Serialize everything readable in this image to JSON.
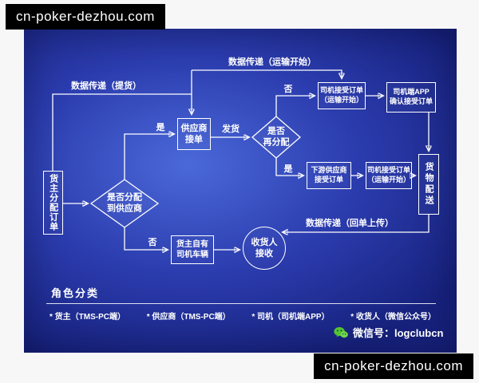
{
  "watermark": {
    "text": "cn-poker-dezhou.com"
  },
  "colors": {
    "board_blue_light": "#4b69d9",
    "board_blue_dark": "#17227e",
    "line_white": "#ffffff",
    "watermark_bg": "#000000",
    "wechat_green": "#53c332"
  },
  "flow": {
    "nodes": {
      "shipper": "货主分配订单",
      "assign_q": [
        "是否分配",
        "到供应商"
      ],
      "supplier_accept": [
        "供应商",
        "接单"
      ],
      "redistribute_q": [
        "是否",
        "再分配"
      ],
      "driver_accept_top": [
        "司机接受订单",
        "（运输开始）"
      ],
      "driver_app_confirm": [
        "司机端APP",
        "确认接受订单"
      ],
      "downstream_supplier": [
        "下游供应商",
        "接受订单"
      ],
      "driver_accept_mid": [
        "司机接受订单",
        "（运输开始）"
      ],
      "delivery": "货物配送",
      "consignee": [
        "收货人",
        "接收"
      ],
      "own_driver": [
        "货主自有",
        "司机车辆"
      ]
    },
    "labels": {
      "data_pickup": "数据传递（提货）",
      "data_transport": "数据传递（运输开始）",
      "data_receipt": "数据传递（回单上传）",
      "ship": "发货",
      "yes1": "是",
      "no1": "否",
      "yes2": "是",
      "no2": "否"
    }
  },
  "footer": {
    "roles_title": "角色分类",
    "roles": [
      "* 货主（TMS-PC端）",
      "* 供应商（TMS-PC端）",
      "* 司机（司机端APP）",
      "* 收货人（微信公众号）"
    ],
    "wechat": "微信号：logclubcn"
  }
}
